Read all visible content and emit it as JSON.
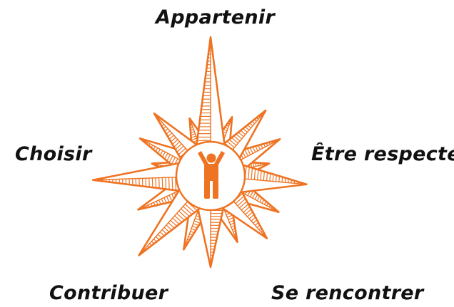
{
  "labels": {
    "top": "Appartenir",
    "left": "Choisir",
    "right": "Être respecté",
    "bottom_left": "Contribuer",
    "bottom_right": "Se rencontrer"
  },
  "colors": {
    "accent": "#ee7322",
    "text": "#111111",
    "background": "#ffffff"
  },
  "icons": {
    "center": "person-arms-raised-icon",
    "shape": "compass-star"
  }
}
